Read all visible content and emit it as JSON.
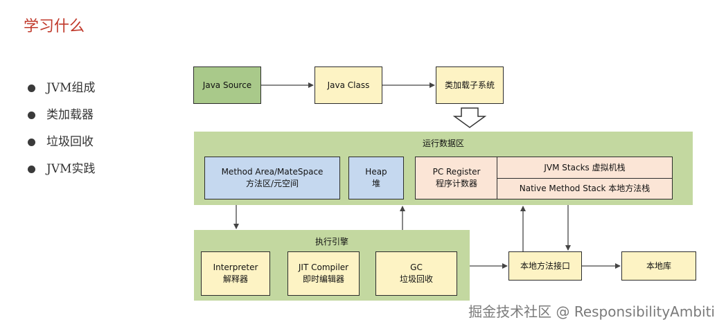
{
  "title": "学习什么",
  "bullets": [
    "JVM组成",
    "类加载器",
    "垃圾回收",
    "JVM实践"
  ],
  "nodes": {
    "java_source": "Java Source",
    "java_class": "Java Class",
    "classloader": "类加载子系统",
    "runtime_area": "运行数据区",
    "method_area_en": "Method Area/MateSpace",
    "method_area_cn": "方法区/元空间",
    "heap_en": "Heap",
    "heap_cn": "堆",
    "pc_en": "PC Register",
    "pc_cn": "程序计数器",
    "jvm_stacks": "JVM Stacks 虚拟机栈",
    "native_stack": "Native Method Stack 本地方法栈",
    "exec_engine": "执行引擎",
    "interpreter_en": "Interpreter",
    "interpreter_cn": "解释器",
    "jit_en": "JIT Compiler",
    "jit_cn": "即时编辑器",
    "gc_en": "GC",
    "gc_cn": "垃圾回收",
    "native_iface": "本地方法接口",
    "native_lib": "本地库"
  },
  "watermark": "掘金技术社区 @ ResponsibilityAmbiti"
}
